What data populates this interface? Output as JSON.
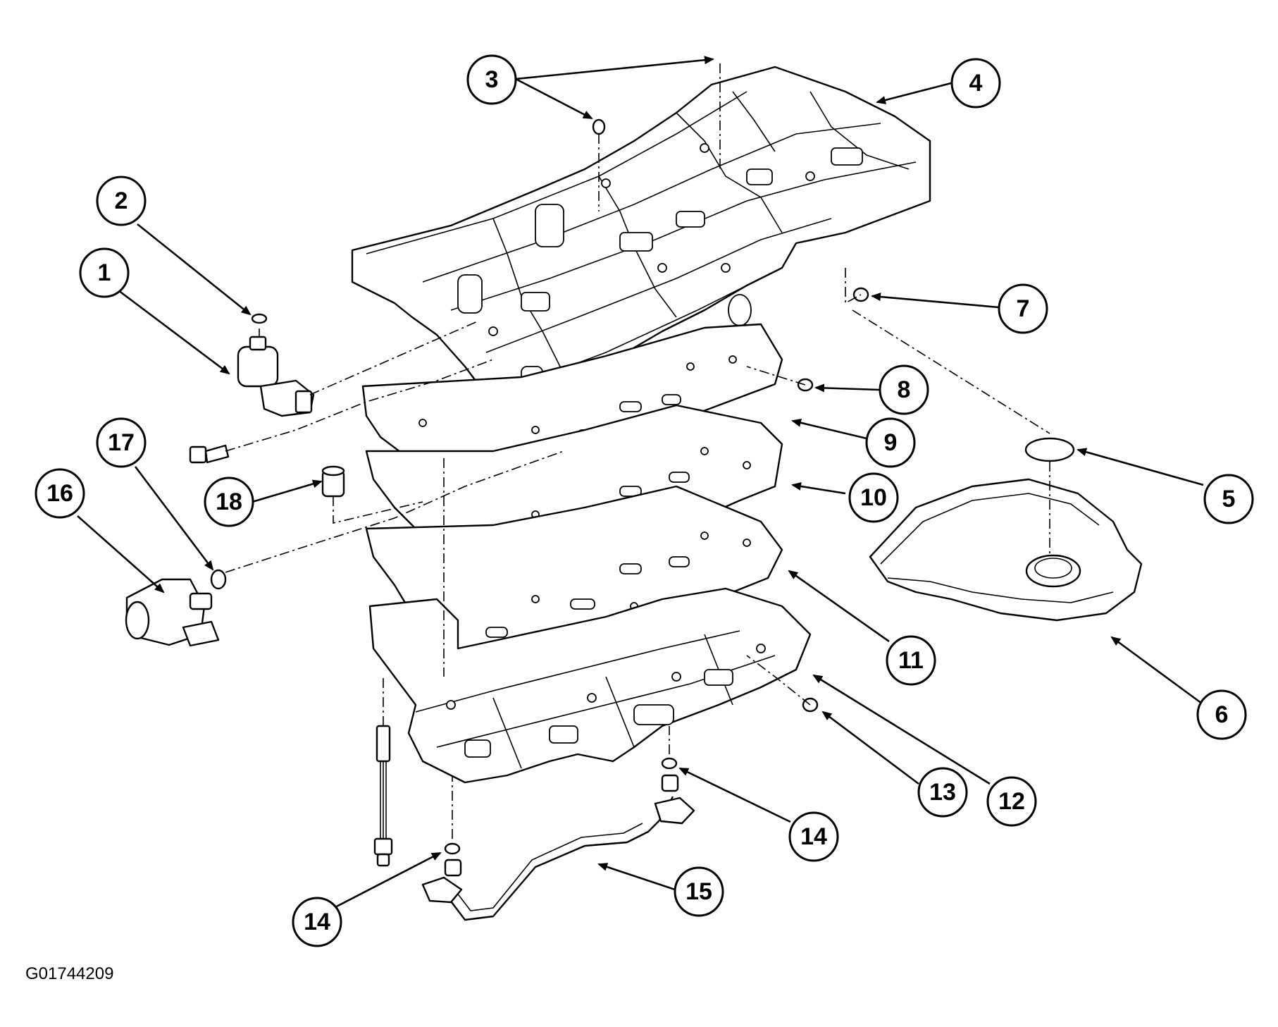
{
  "figure_id": "G01744209",
  "callouts": [
    {
      "label": "1"
    },
    {
      "label": "2"
    },
    {
      "label": "3"
    },
    {
      "label": "4"
    },
    {
      "label": "5"
    },
    {
      "label": "6"
    },
    {
      "label": "7"
    },
    {
      "label": "8"
    },
    {
      "label": "9"
    },
    {
      "label": "10"
    },
    {
      "label": "11"
    },
    {
      "label": "12"
    },
    {
      "label": "13"
    },
    {
      "label": "14"
    },
    {
      "label": "14"
    },
    {
      "label": "15"
    },
    {
      "label": "16"
    },
    {
      "label": "17"
    },
    {
      "label": "18"
    }
  ]
}
